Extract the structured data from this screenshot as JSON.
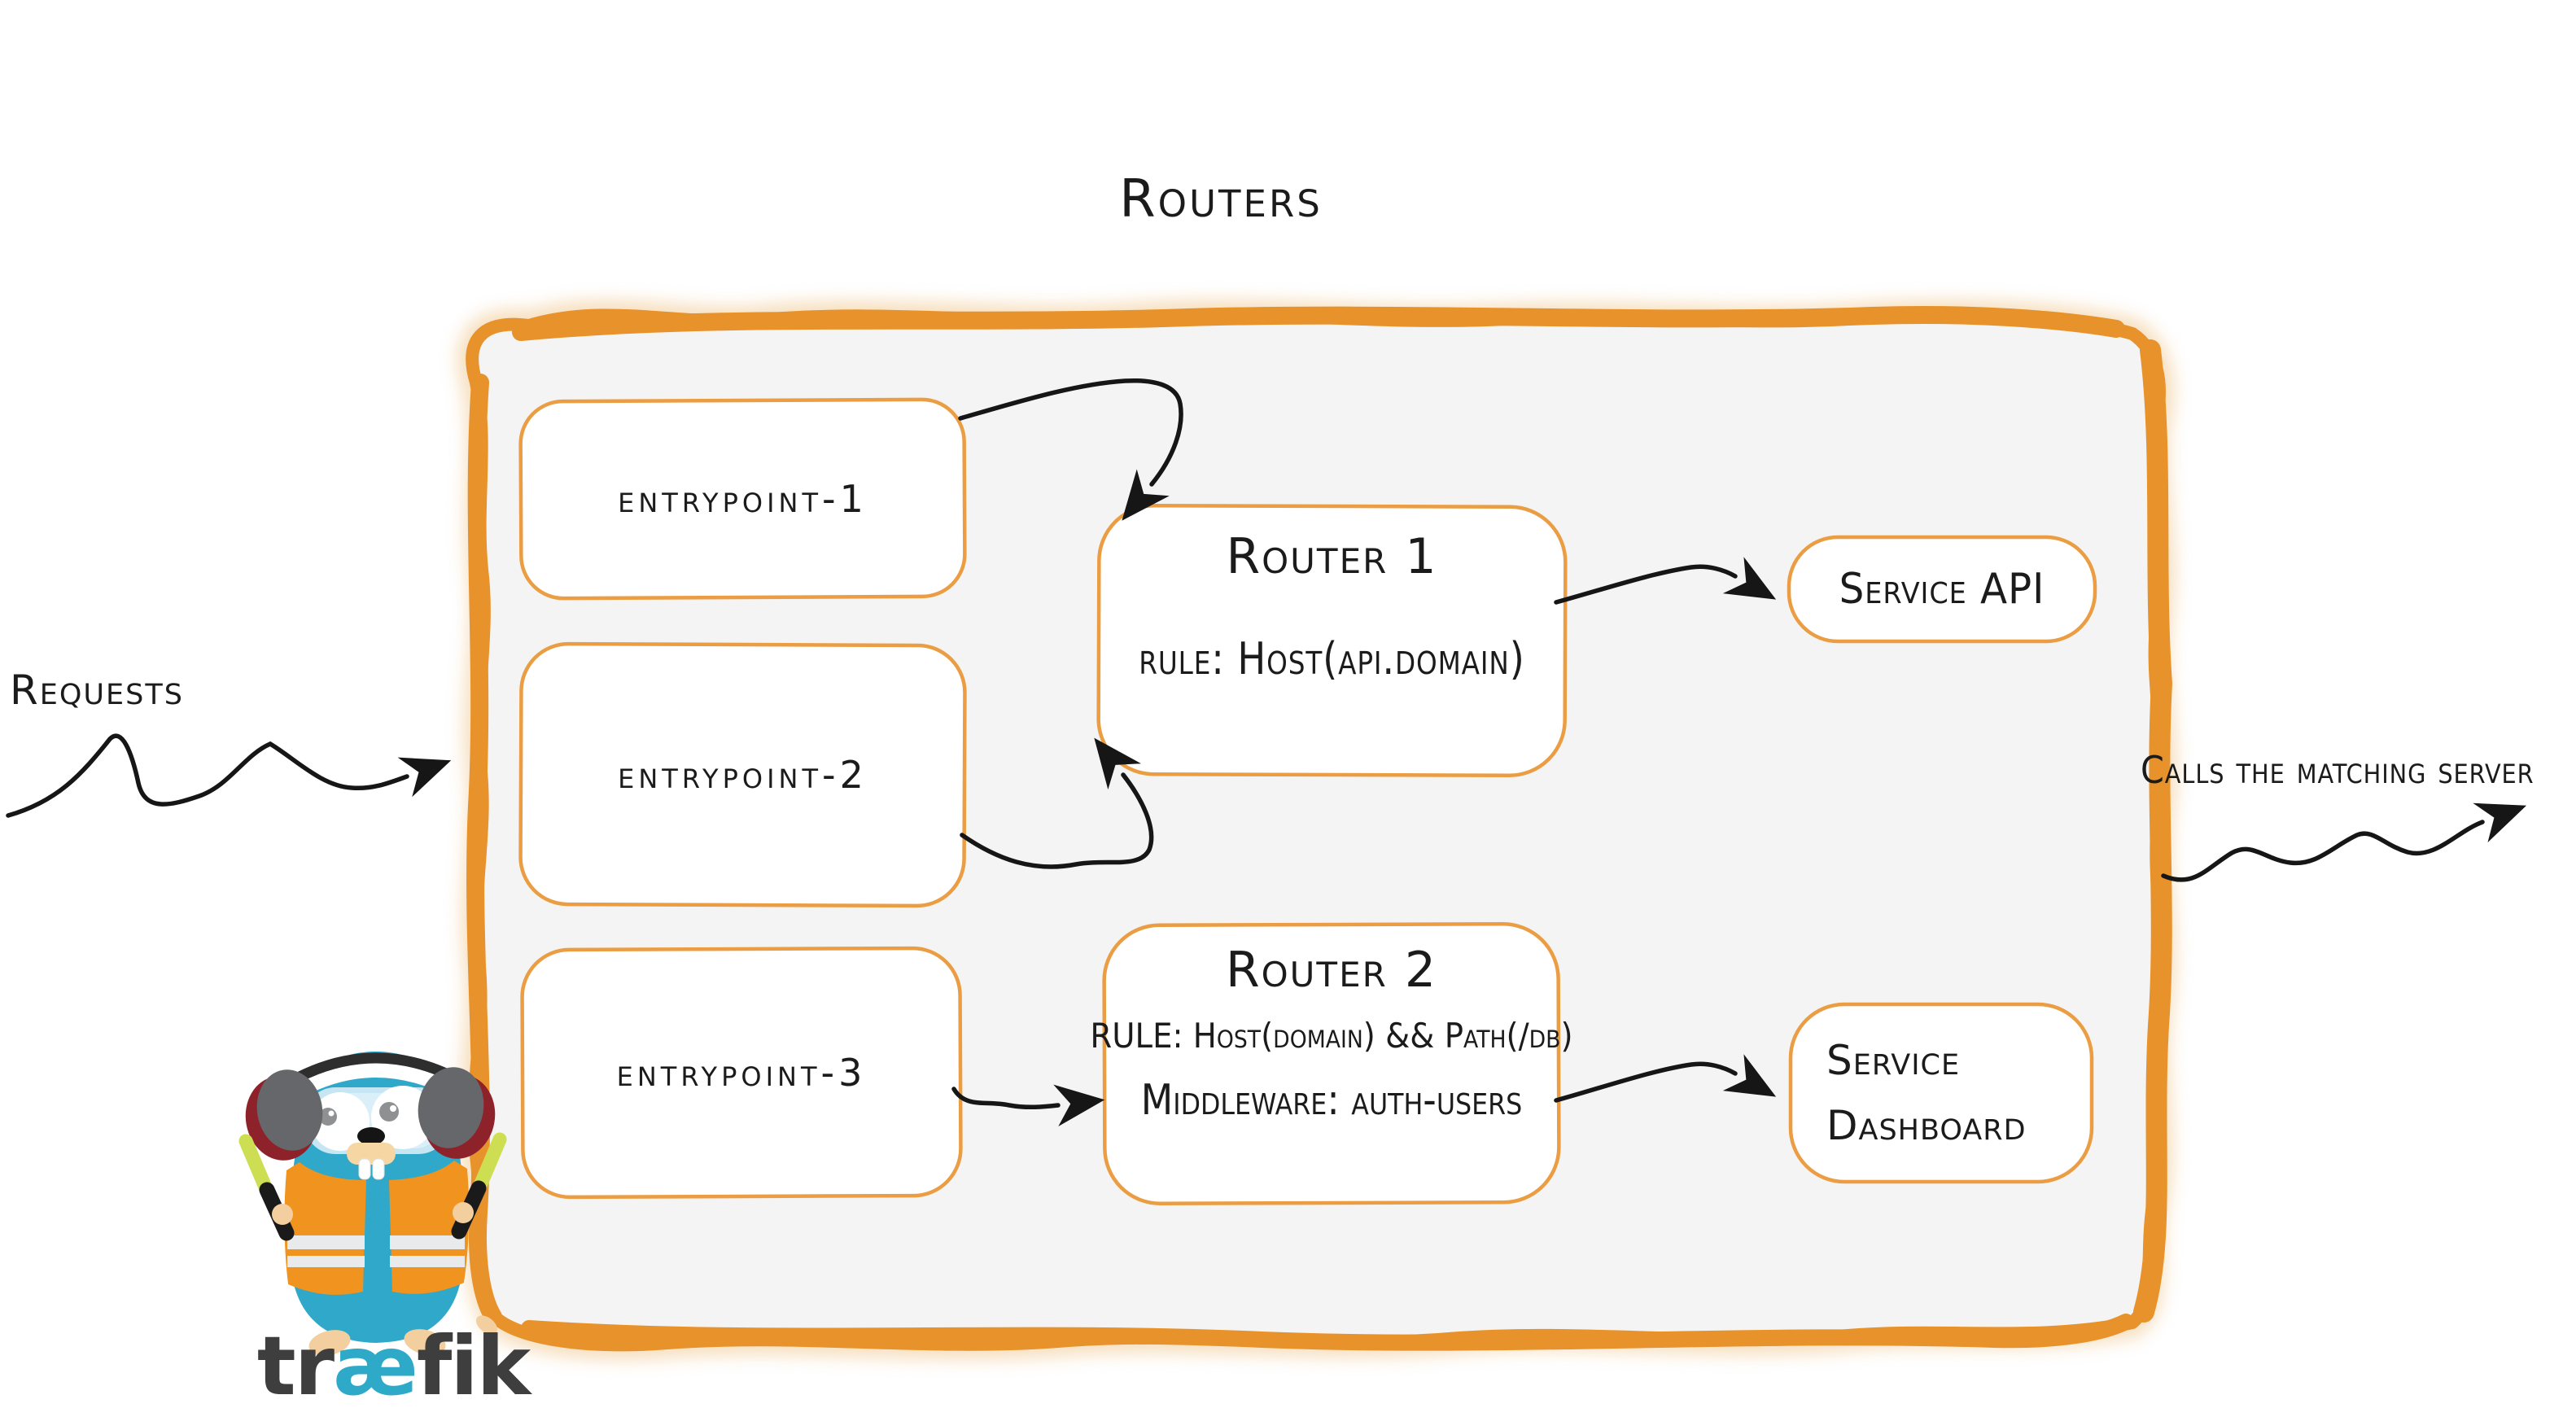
{
  "title": "Routers",
  "side_labels": {
    "requests": "Requests",
    "calls": "Calls the matching server"
  },
  "entrypoints": [
    {
      "label": "entrypoint-1"
    },
    {
      "label": "entrypoint-2"
    },
    {
      "label": "entrypoint-3"
    }
  ],
  "routers": [
    {
      "name": "Router 1",
      "rule": "rule: Host(api.domain)"
    },
    {
      "name": "Router 2",
      "rule": "RULE: Host(domain) && Path(/db)",
      "middleware": "Middleware: auth-users"
    }
  ],
  "services": [
    {
      "lines": [
        "Service API"
      ]
    },
    {
      "lines": [
        "Service",
        "Dashboard"
      ]
    }
  ],
  "logo": {
    "part1": "tr",
    "ae": "æ",
    "part2": "fik"
  },
  "colors": {
    "container_border": "#e8922c",
    "box_border": "#eb9d43",
    "container_fill": "#f4f4f4",
    "text": "#1b1b1b",
    "arrow": "#161616",
    "gopher_blue": "#2fa8c9",
    "vest_orange": "#f0931f",
    "stick_green": "#cdde52",
    "wordmark_gray": "#3e3e3e",
    "wordmark_blue": "#2fa9c8"
  }
}
